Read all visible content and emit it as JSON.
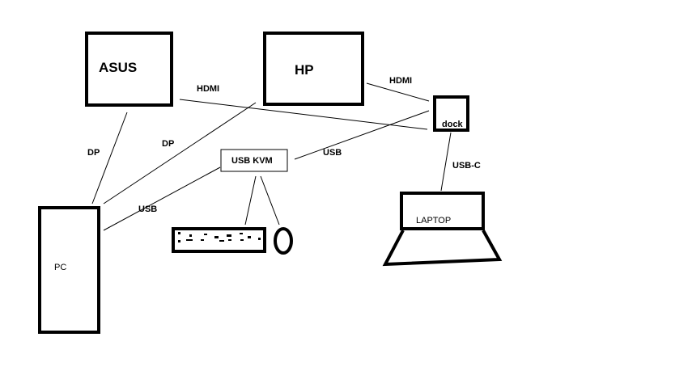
{
  "devices": {
    "asus": "ASUS",
    "hp": "HP",
    "dock": "dock",
    "kvm": "USB KVM",
    "laptop": "LAPTOP",
    "pc": "PC"
  },
  "connections": {
    "asus_dock": "HDMI",
    "hp_dock": "HDMI",
    "asus_pc": "DP",
    "hp_pc": "DP",
    "dock_kvm": "USB",
    "kvm_pc": "USB",
    "laptop_dock": "USB-C"
  }
}
